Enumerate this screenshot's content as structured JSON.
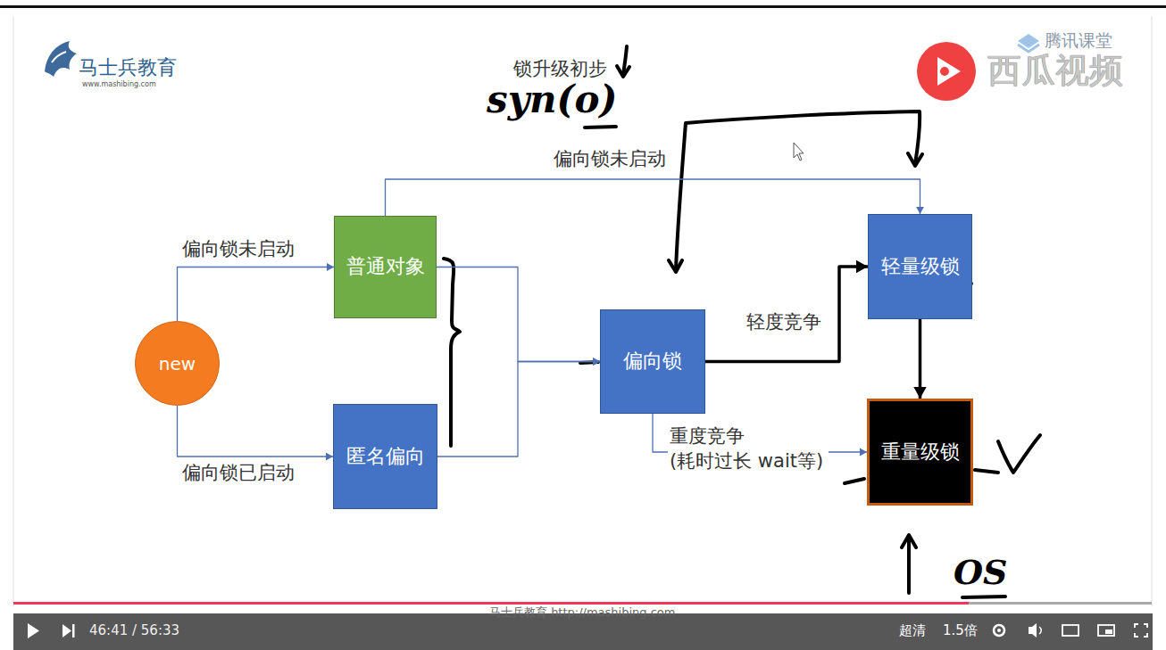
{
  "diagram": {
    "title": "锁升级初步",
    "nodes": [
      {
        "text": [
          "new"
        ]
      },
      {
        "text": [
          "普通对象"
        ]
      },
      {
        "text": [
          "匿名偏向"
        ]
      },
      {
        "text": [
          "偏向锁"
        ]
      },
      {
        "text": [
          "轻量级锁"
        ]
      },
      {
        "text": [
          "重量级锁"
        ]
      }
    ],
    "edges": [
      {
        "from": 0,
        "to": 1,
        "arrow": "to",
        "label": "偏向锁未启动"
      },
      {
        "from": 0,
        "to": 2,
        "arrow": "to",
        "label": "偏向锁已启动"
      },
      {
        "from": 1,
        "to": 4,
        "arrow": "to",
        "label": "偏向锁未启动"
      },
      {
        "from": 1,
        "to": 3,
        "arrow": "to"
      },
      {
        "from": 2,
        "to": 3,
        "arrow": "to"
      },
      {
        "from": 3,
        "to": 4,
        "arrow": "to",
        "label": "轻度竞争"
      },
      {
        "from": 3,
        "to": 5,
        "arrow": "to",
        "label": "重度竞争 (耗时过长 wait等)"
      },
      {
        "from": 4,
        "to": 5,
        "arrow": "to"
      }
    ],
    "labels": [
      "syn(o)",
      "OS",
      "马士兵教育",
      "www.mashibing.com",
      "腾讯课堂",
      "西瓜视频",
      "马士兵教育 http://mashibing.com",
      "46:41 / 56:33",
      "超清",
      "1.5倍"
    ]
  }
}
